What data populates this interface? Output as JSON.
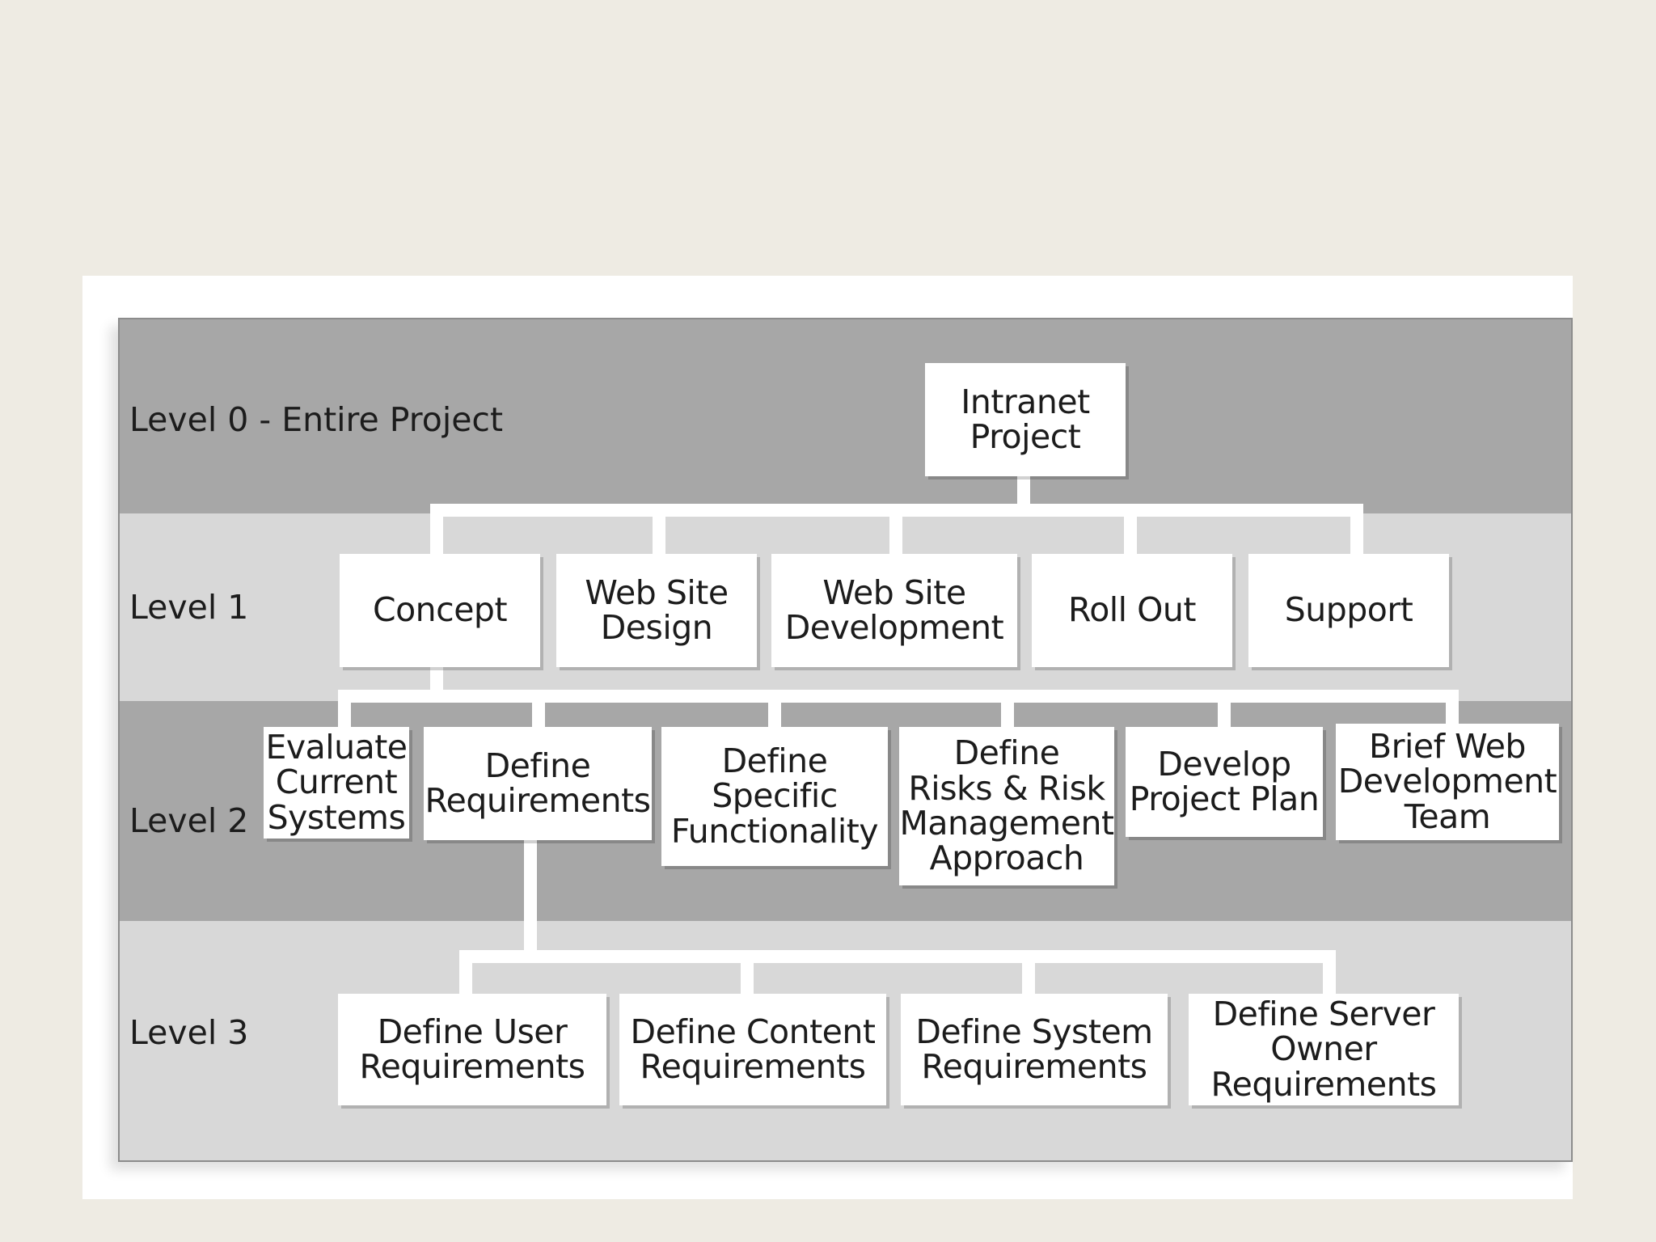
{
  "levels": {
    "level0": "Level 0 - Entire Project",
    "level1": "Level 1",
    "level2": "Level 2",
    "level3": "Level 3"
  },
  "nodes": {
    "root": "Intranet\nProject",
    "concept": "Concept",
    "web_site_design": "Web Site\nDesign",
    "web_site_development": "Web Site\nDevelopment",
    "roll_out": "Roll Out",
    "support": "Support",
    "evaluate_current_systems": "Evaluate\nCurrent\nSystems",
    "define_requirements": "Define\nRequirements",
    "define_specific_functionality": "Define\nSpecific\nFunctionality",
    "define_risks": "Define\nRisks & Risk\nManagement\nApproach",
    "develop_project_plan": "Develop\nProject Plan",
    "brief_web_team": "Brief Web\nDevelopment\nTeam",
    "define_user_requirements": "Define User\nRequirements",
    "define_content_requirements": "Define Content\nRequirements",
    "define_system_requirements": "Define System\nRequirements",
    "define_server_owner_requirements": "Define Server\nOwner\nRequirements"
  },
  "colors": {
    "background": "#eeebe3",
    "band_dark": "#a7a7a7",
    "band_light": "#d8d8d8",
    "node_fill": "#ffffff",
    "connector": "#ffffff"
  }
}
